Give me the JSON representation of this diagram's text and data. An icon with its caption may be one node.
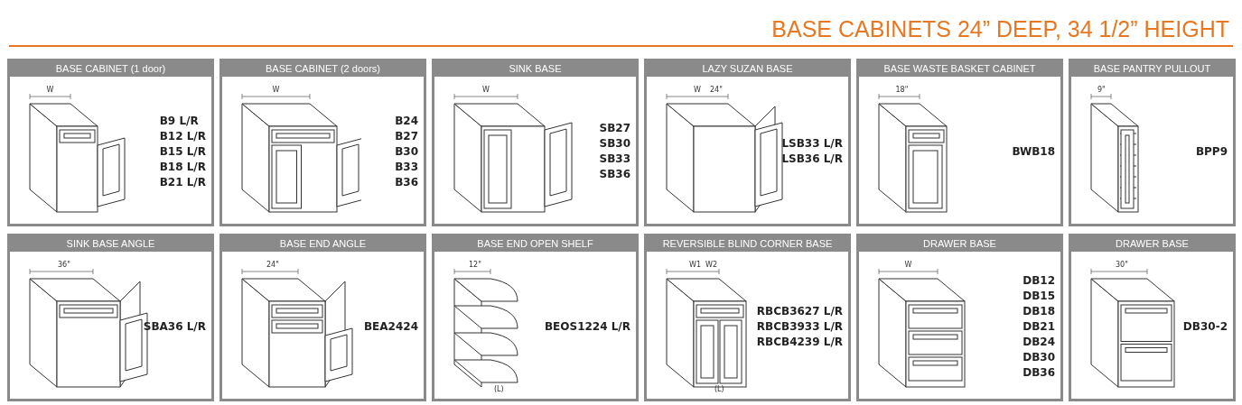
{
  "diagram": {
    "title": "BASE CABINETS 24” DEEP, 34 1/2” HEIGHT",
    "nodes": [
      {
        "text": [
          "BASE CABINET (1 door)",
          "B9 L/R",
          "B12 L/R",
          "B15 L/R",
          "B18 L/R",
          "B21 L/R"
        ]
      },
      {
        "text": [
          "BASE CABINET (2 doors)",
          "B24",
          "B27",
          "B30",
          "B33",
          "B36"
        ]
      },
      {
        "text": [
          "SINK BASE",
          "SB27",
          "SB30",
          "SB33",
          "SB36"
        ]
      },
      {
        "text": [
          "LAZY SUZAN BASE",
          "LSB33 L/R",
          "LSB36 L/R"
        ]
      },
      {
        "text": [
          "BASE WASTE BASKET CABINET",
          "BWB18"
        ]
      },
      {
        "text": [
          "BASE PANTRY PULLOUT",
          "BPP9"
        ]
      },
      {
        "text": [
          "SINK BASE ANGLE",
          "SBA36 L/R"
        ]
      },
      {
        "text": [
          "BASE END ANGLE",
          "BEA2424"
        ]
      },
      {
        "text": [
          "BASE END OPEN SHELF",
          "BEOS1224 L/R"
        ]
      },
      {
        "text": [
          "REVERSIBLE BLIND CORNER BASE",
          "RBCB3627 L/R",
          "RBCB3933 L/R",
          "RBCB4239 L/R"
        ]
      },
      {
        "text": [
          "DRAWER BASE",
          "DB12",
          "DB15",
          "DB18",
          "DB21",
          "DB24",
          "DB30",
          "DB36"
        ]
      },
      {
        "text": [
          "DRAWER BASE",
          "DB30-2"
        ]
      }
    ],
    "labels": [
      "W",
      "W",
      "W",
      "W",
      "24\"",
      "18\"",
      "9\"",
      "36\"",
      "24\"",
      "12\"",
      "(L)",
      "W1",
      "W2",
      "(L)",
      "W",
      "30\""
    ]
  }
}
